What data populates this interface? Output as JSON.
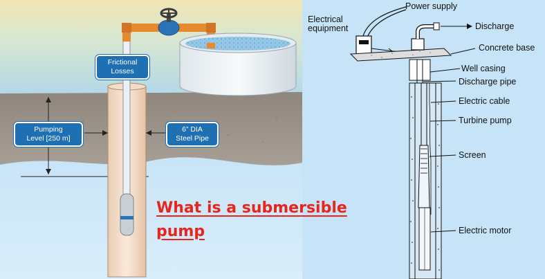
{
  "left_diagram": {
    "labels": {
      "frictional_losses_line1": "Frictional",
      "frictional_losses_line2": "Losses",
      "pumping_level_line1": "Pumping",
      "pumping_level_line2": "Level [250 m]",
      "pipe_line1": "6” DIA",
      "pipe_line2": "Steel Pipe"
    },
    "colors": {
      "sky_top": "#f1e6b4",
      "sky_bottom": "#a8d3ef",
      "soil": "#9e958b",
      "water": "#c3e2f6",
      "callout": "#1f6fb3",
      "elbow_pipe": "#e58a2e",
      "valve": "#2a73b6"
    }
  },
  "headline": {
    "line1": "What is a submersible",
    "line2": "pump",
    "color": "#e8251c"
  },
  "right_diagram": {
    "labels": {
      "power_supply": "Power supply",
      "electrical_equipment_line1": "Electrical",
      "electrical_equipment_line2": "equipment",
      "discharge": "Discharge",
      "concrete_base": "Concrete base",
      "well_casing": "Well casing",
      "discharge_pipe": "Discharge pipe",
      "electric_cable": "Electric cable",
      "turbine_pump": "Turbine pump",
      "screen": "Screen",
      "electric_motor": "Electric motor"
    }
  }
}
